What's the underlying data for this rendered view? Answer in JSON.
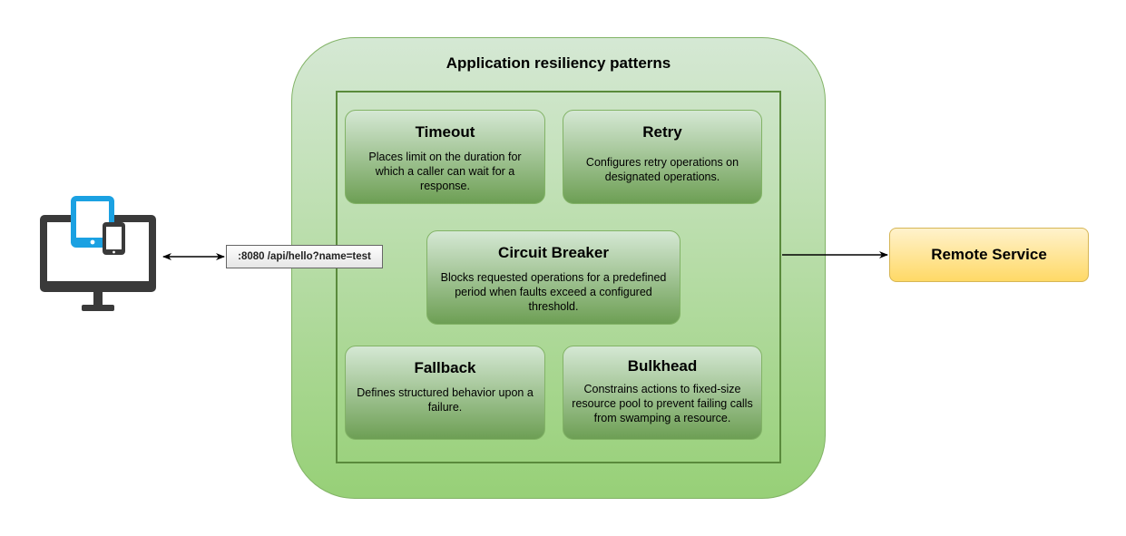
{
  "diagram": {
    "title": "Application resiliency patterns",
    "request_label": ":8080 /api/hello?name=test",
    "remote_service": "Remote Service",
    "patterns": [
      {
        "title": "Timeout",
        "description": "Places limit on the duration for which a caller can wait for a response."
      },
      {
        "title": "Retry",
        "description": "Configures retry operations on designated operations."
      },
      {
        "title": "Circuit Breaker",
        "description": "Blocks requested operations for a predefined period when faults exceed a configured threshold."
      },
      {
        "title": "Fallback",
        "description": "Defines structured behavior upon a failure."
      },
      {
        "title": "Bulkhead",
        "description": "Constrains actions to fixed-size resource pool to prevent failing calls from swamping a resource."
      }
    ],
    "colors": {
      "container_fill_top": "#d5e8d4",
      "container_fill_bottom": "#97d077",
      "card_border": "#82b366",
      "remote_fill_top": "#fff2cc",
      "remote_fill_bottom": "#ffd966",
      "client_icon_dark": "#3a3a3a",
      "client_icon_accent": "#1ba1e2"
    },
    "icons": {
      "client": "desktop-tablet-phone-icon"
    }
  }
}
